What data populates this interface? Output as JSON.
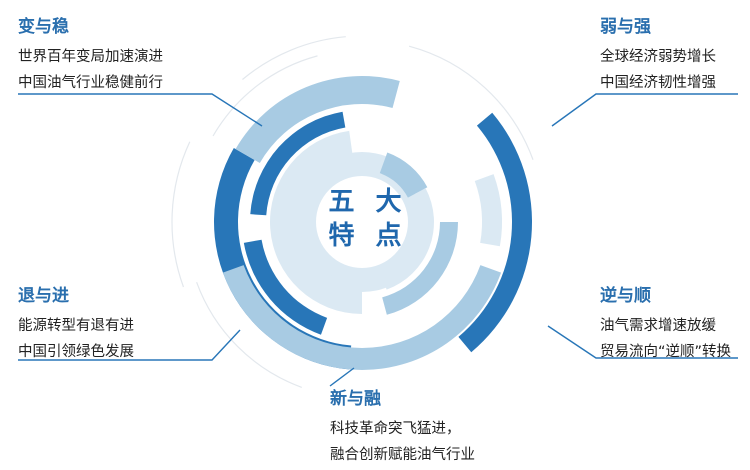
{
  "center": {
    "line1": "五 大",
    "line2": "特 点"
  },
  "sections": {
    "top_left": {
      "title": "变与稳",
      "lines": [
        "世界百年变局加速演进",
        "中国油气行业稳健前行"
      ]
    },
    "top_right": {
      "title": "弱与强",
      "lines": [
        "全球经济弱势增长",
        "中国经济韧性增强"
      ]
    },
    "mid_left": {
      "title": "退与进",
      "lines": [
        "能源转型有退有进",
        "中国引领绿色发展"
      ]
    },
    "mid_right": {
      "title": "逆与顺",
      "lines": [
        "油气需求增速放缓",
        "贸易流向“逆顺”转换"
      ]
    },
    "bottom": {
      "title": "新与融",
      "lines": [
        "科技革命突飞猛进，",
        "融合创新赋能油气行业"
      ]
    }
  },
  "colors": {
    "dark": "#2876b8",
    "mid": "#a8cbe3",
    "light": "#dbe9f3",
    "accent": "#2a6fae"
  }
}
